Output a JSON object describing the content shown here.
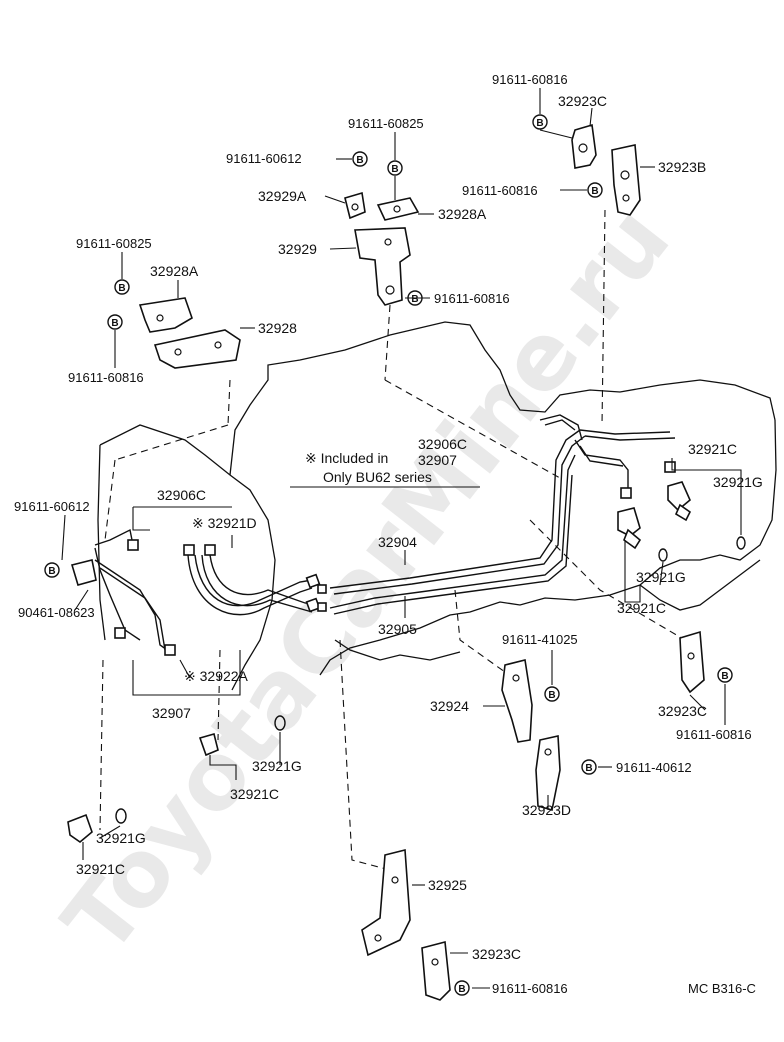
{
  "watermark": "ToyotaCarMine.ru",
  "note": {
    "line1": "※ Included in",
    "line2": "Only BU62 series",
    "parts_a": "32906C",
    "parts_b": "32907"
  },
  "labels": {
    "p91611_60816_top": "91611-60816",
    "p32923C_top": "32923C",
    "p91611_60825_mid": "91611-60825",
    "p91611_60612_top": "91611-60612",
    "p32923B": "32923B",
    "p91611_60816_b": "91611-60816",
    "p32929A": "32929A",
    "p32928A_mid": "32928A",
    "p32929": "32929",
    "p91611_60816_c": "91611-60816",
    "p91611_60825_left": "91611-60825",
    "p32928A_left": "32928A",
    "p32928": "32928",
    "p91611_60816_left": "91611-60816",
    "p32921C_right": "32921C",
    "p32921G_right": "32921G",
    "p91611_60612_left": "91611-60612",
    "p32906C": "32906C",
    "p32921D": "※ 32921D",
    "p32904": "32904",
    "p32921G_right2": "32921G",
    "p32921C_right2": "32921C",
    "p90461_08623": "90461-08623",
    "p32905": "32905",
    "p91611_41025": "91611-41025",
    "p32922A": "※ 32922A",
    "p32924": "32924",
    "p32923C_right": "32923C",
    "p91611_60816_right": "91611-60816",
    "p32907": "32907",
    "p32921G_mid": "32921G",
    "p32921C_mid": "32921C",
    "p91611_40612": "91611-40612",
    "p32923D": "32923D",
    "p32921G_bl": "32921G",
    "p32921C_bl": "32921C",
    "p32925": "32925",
    "p32923C_bottom": "32923C",
    "p91611_60816_bottom": "91611-60816",
    "diagram_code": "MC B316-C"
  },
  "bolt_marker": "B"
}
